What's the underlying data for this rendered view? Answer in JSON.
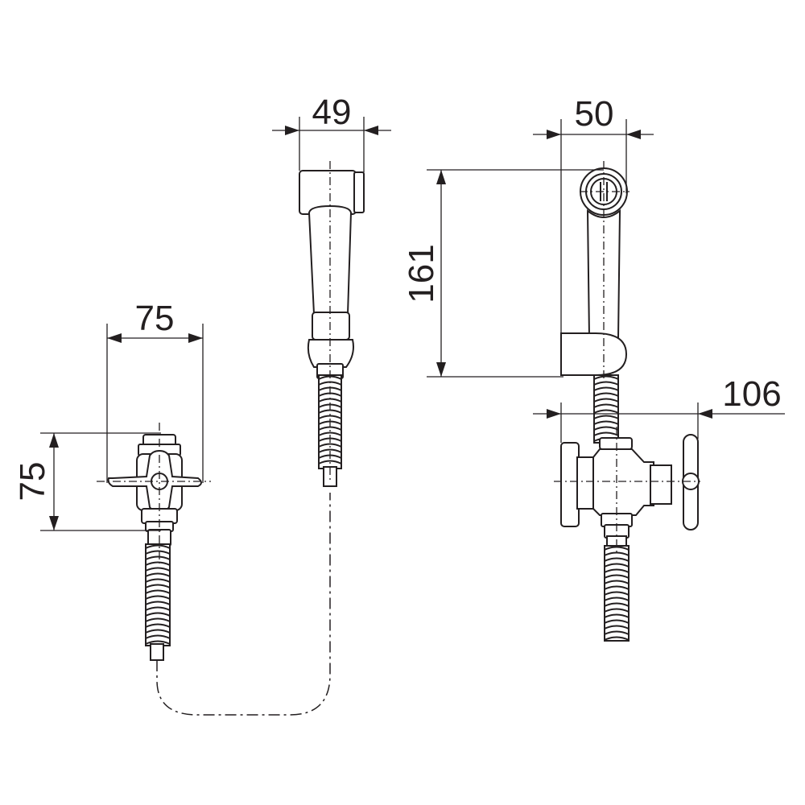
{
  "dimensions": {
    "valve_front_width": "75",
    "valve_front_height": "75",
    "spray_head_width_side": "49",
    "spray_head_width_front": "50",
    "spray_holder_height": "161",
    "valve_projection": "106"
  },
  "colors": {
    "line": "#231f20",
    "background": "#ffffff"
  }
}
